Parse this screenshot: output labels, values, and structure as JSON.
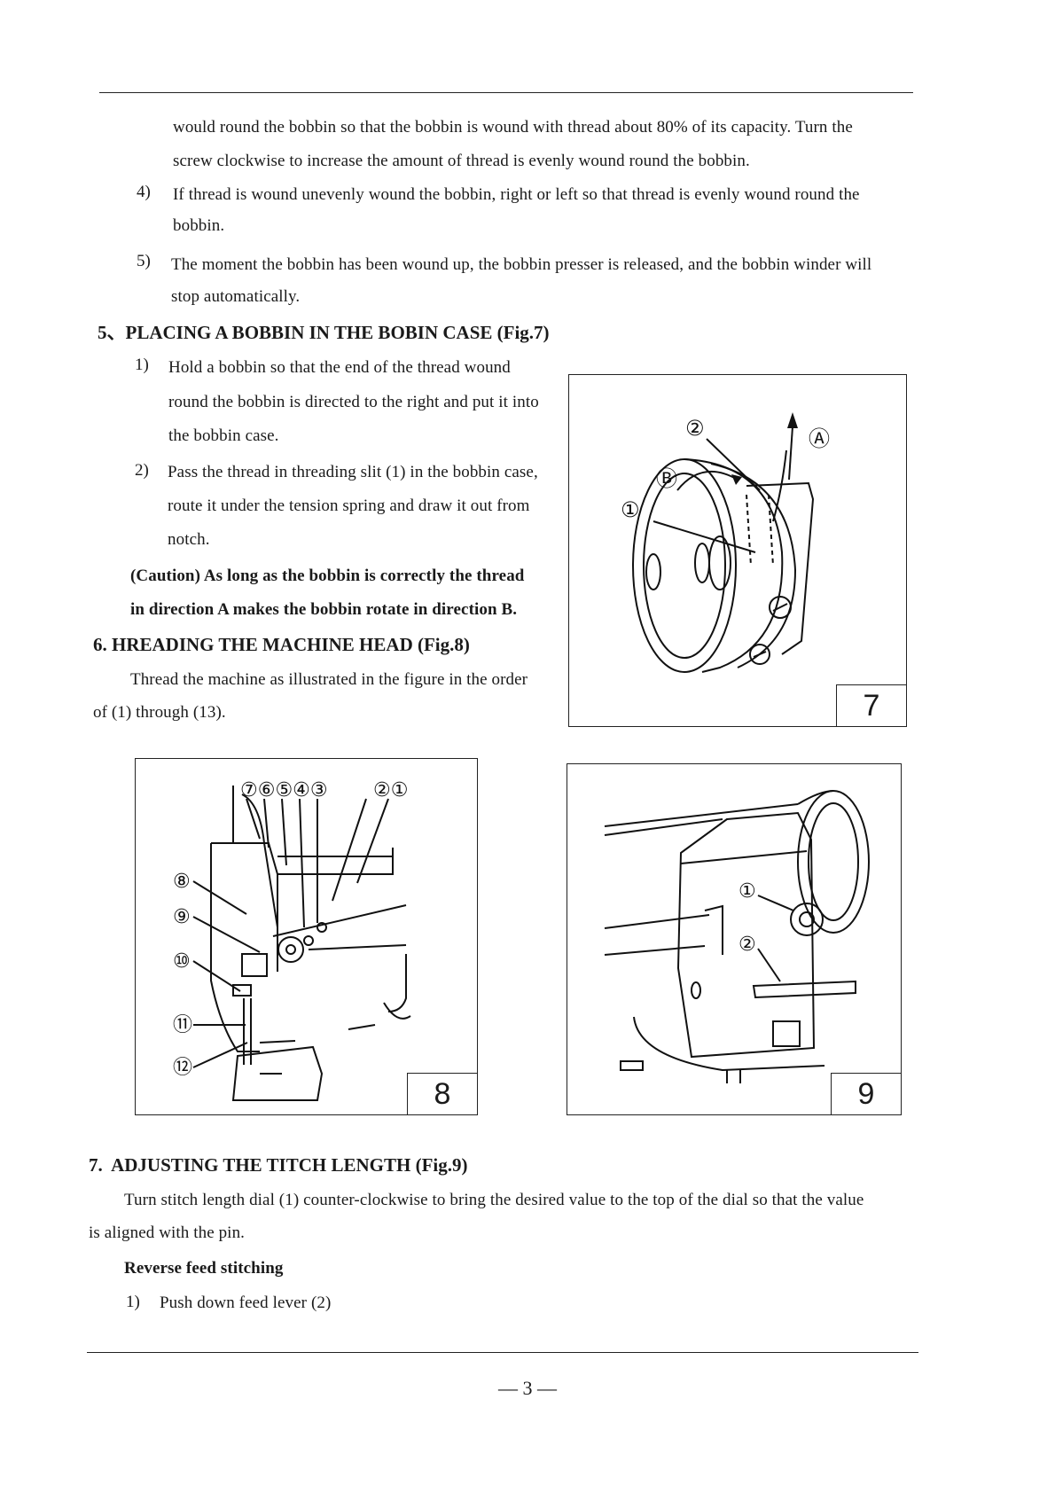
{
  "section4_cont": {
    "line1": "would round the bobbin so that the bobbin is wound with thread about 80% of its capacity. Turn the",
    "line2": "screw clockwise to increase the amount of thread is evenly wound round the bobbin.",
    "item4_num": "4)",
    "item4_line1": "If thread is wound unevenly wound the bobbin, right or left so that thread is evenly wound round the",
    "item4_line2": "bobbin.",
    "item5_num": "5)",
    "item5_line1": "The moment the bobbin has been wound up, the bobbin presser is released, and the bobbin winder will",
    "item5_line2": "stop automatically."
  },
  "section5": {
    "heading": "5、PLACING A BOBBIN IN THE BOBIN CASE (Fig.7)",
    "item1_num": "1)",
    "item1_line1": "Hold a bobbin so that the end of the thread wound",
    "item1_line2": "round the bobbin is directed to the right and put it into",
    "item1_line3": "the bobbin case.",
    "item2_num": "2)",
    "item2_line1": "Pass the thread in threading slit (1) in the bobbin case,",
    "item2_line2": "route it under the tension spring and draw it out from",
    "item2_line3": "notch.",
    "caution_line1": "(Caution) As long as the bobbin is correctly the thread",
    "caution_line2": "in direction A makes the bobbin rotate in direction B."
  },
  "section6": {
    "heading": "6. HREADING THE MACHINE HEAD (Fig.8)",
    "line1": "Thread the machine as illustrated in the figure in the order",
    "line2": "of   (1) through (13)."
  },
  "section7": {
    "heading": "7.  ADJUSTING THE TITCH LENGTH (Fig.9)",
    "line1": "Turn stitch length dial (1) counter-clockwise to bring the desired value to the top of the dial so that the value",
    "line2": "is aligned with the pin.",
    "subheading": "Reverse feed stitching",
    "item1_num": "1)",
    "item1_text": "Push down feed lever (2)"
  },
  "figures": {
    "fig7": {
      "number": "7",
      "labels": {
        "two": "②",
        "a": "Ⓐ",
        "b": "Ⓑ",
        "one": "①"
      }
    },
    "fig8": {
      "number": "8",
      "top_labels": "⑦⑥⑤④③",
      "top_labels_right": "②①",
      "labels": {
        "eight": "⑧",
        "nine": "⑨",
        "ten": "⑩",
        "eleven": "⑪",
        "twelve": "⑫"
      }
    },
    "fig9": {
      "number": "9",
      "labels": {
        "one": "①",
        "two": "②"
      }
    }
  },
  "footer": {
    "page_number": "— 3 —"
  }
}
